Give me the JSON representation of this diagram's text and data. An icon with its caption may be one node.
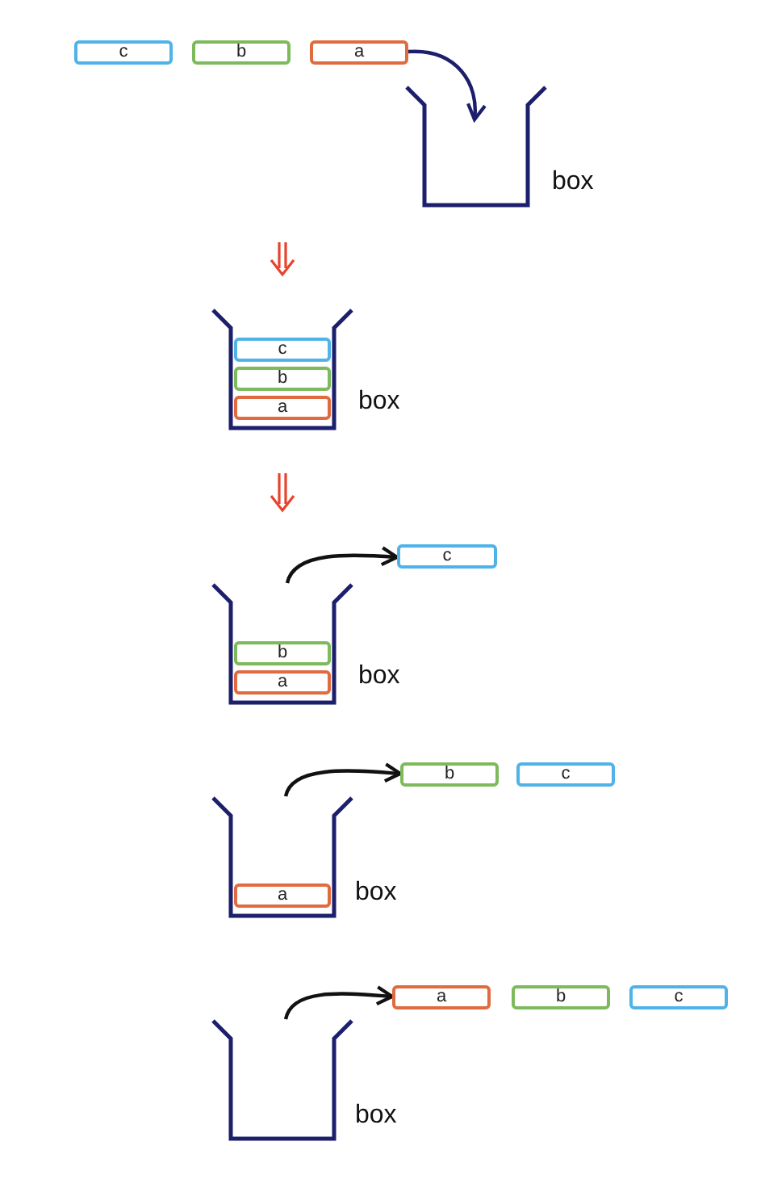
{
  "diagram": {
    "nodes": [
      {
        "text": [
          "c"
        ]
      },
      {
        "text": [
          "b"
        ]
      },
      {
        "text": [
          "a"
        ]
      },
      {
        "text": [],
        "shape": "container",
        "beside": [
          "box"
        ]
      },
      {
        "text": [],
        "shape": "container",
        "beside": [
          "box"
        ]
      },
      {
        "text": [
          "c"
        ],
        "in": 4
      },
      {
        "text": [
          "b"
        ],
        "in": 4
      },
      {
        "text": [
          "a"
        ],
        "in": 4
      },
      {
        "text": [],
        "shape": "container",
        "beside": [
          "box"
        ]
      },
      {
        "text": [
          "b"
        ],
        "in": 8
      },
      {
        "text": [
          "a"
        ],
        "in": 8
      },
      {
        "text": [
          "c"
        ]
      },
      {
        "text": [],
        "shape": "container",
        "beside": [
          "box"
        ]
      },
      {
        "text": [
          "a"
        ],
        "in": 12
      },
      {
        "text": [
          "b"
        ]
      },
      {
        "text": [
          "c"
        ]
      },
      {
        "text": [],
        "shape": "container",
        "beside": [
          "box"
        ]
      },
      {
        "text": [
          "a"
        ]
      },
      {
        "text": [
          "b"
        ]
      },
      {
        "text": [
          "c"
        ]
      }
    ],
    "edges": [
      {
        "from": 2,
        "to": 3,
        "arrow": "to",
        "color": "#1c1f6b"
      },
      {
        "from": 8,
        "to": 11,
        "arrow": "to"
      },
      {
        "from": 12,
        "to": 14,
        "arrow": "to"
      },
      {
        "from": 16,
        "to": 17,
        "arrow": "to"
      }
    ]
  }
}
